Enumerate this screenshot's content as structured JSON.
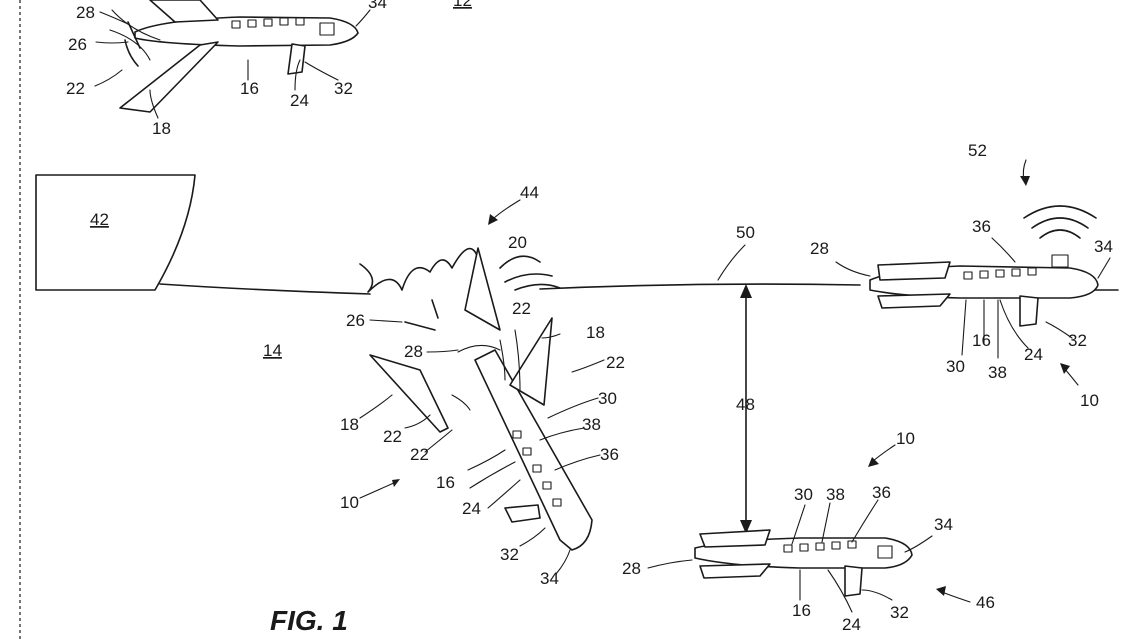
{
  "figure": {
    "title": "FIG. 1",
    "refs": {
      "sky": "12",
      "ocean": "14",
      "land": "42",
      "crash": "44",
      "surface": "50",
      "distance": "48",
      "floating": "52",
      "submerged": "46",
      "aircraft": "10",
      "fuselage": "16",
      "wing": "18",
      "tail": "20",
      "joint": "22",
      "door": "24",
      "engine": "26",
      "empennage": "28",
      "window": "30",
      "cargo": "32",
      "nose": "34",
      "seat": "36",
      "cabin": "38"
    }
  }
}
